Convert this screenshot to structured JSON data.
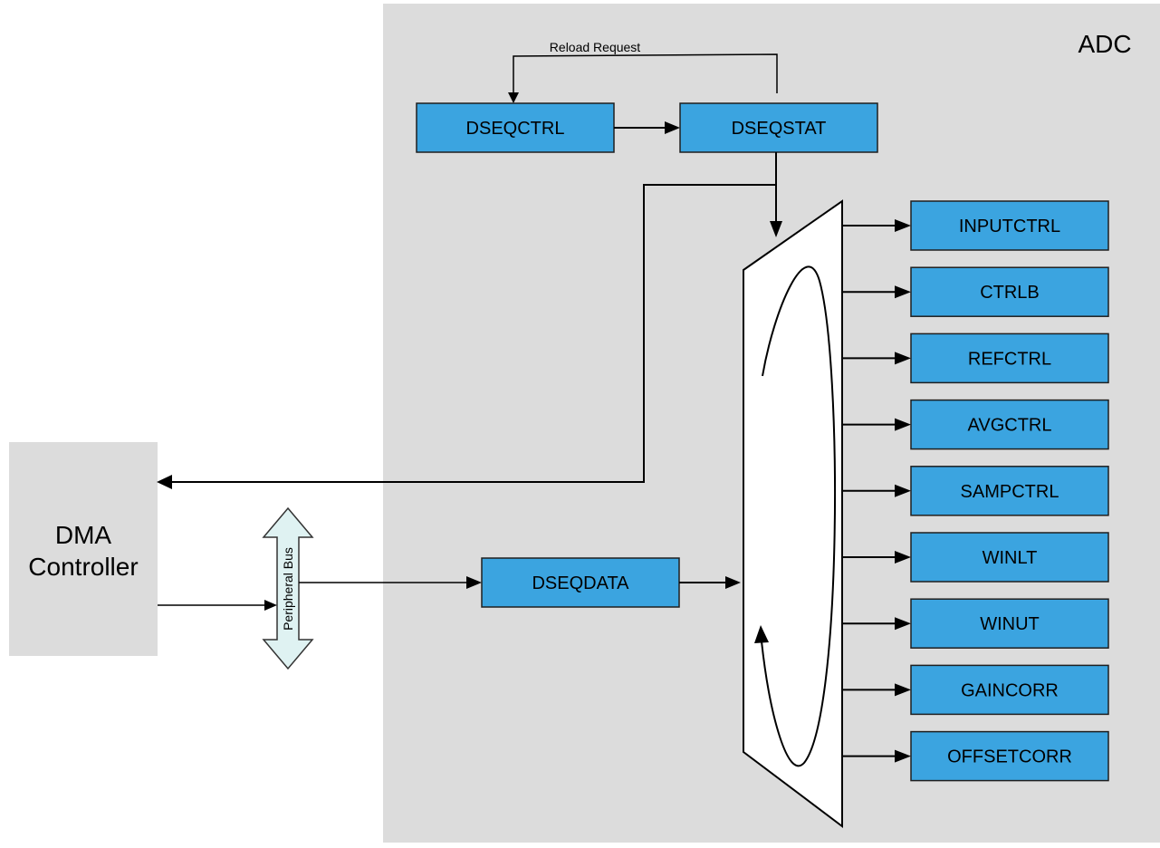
{
  "adc": {
    "label": "ADC"
  },
  "dma": {
    "line1": "DMA",
    "line2": "Controller"
  },
  "bus": {
    "label": "Peripheral Bus"
  },
  "reload": {
    "label": "Reload Request"
  },
  "registers": {
    "dseqctrl": "DSEQCTRL",
    "dseqstat": "DSEQSTAT",
    "dseqdata": "DSEQDATA",
    "targets": [
      "INPUTCTRL",
      "CTRLB",
      "REFCTRL",
      "AVGCTRL",
      "SAMPCTRL",
      "WINLT",
      "WINUT",
      "GAINCORR",
      "OFFSETCORR"
    ]
  },
  "colors": {
    "register_fill": "#3ba4e0",
    "block_fill": "#dcdcdc",
    "bus_fill": "#dff2f2"
  }
}
